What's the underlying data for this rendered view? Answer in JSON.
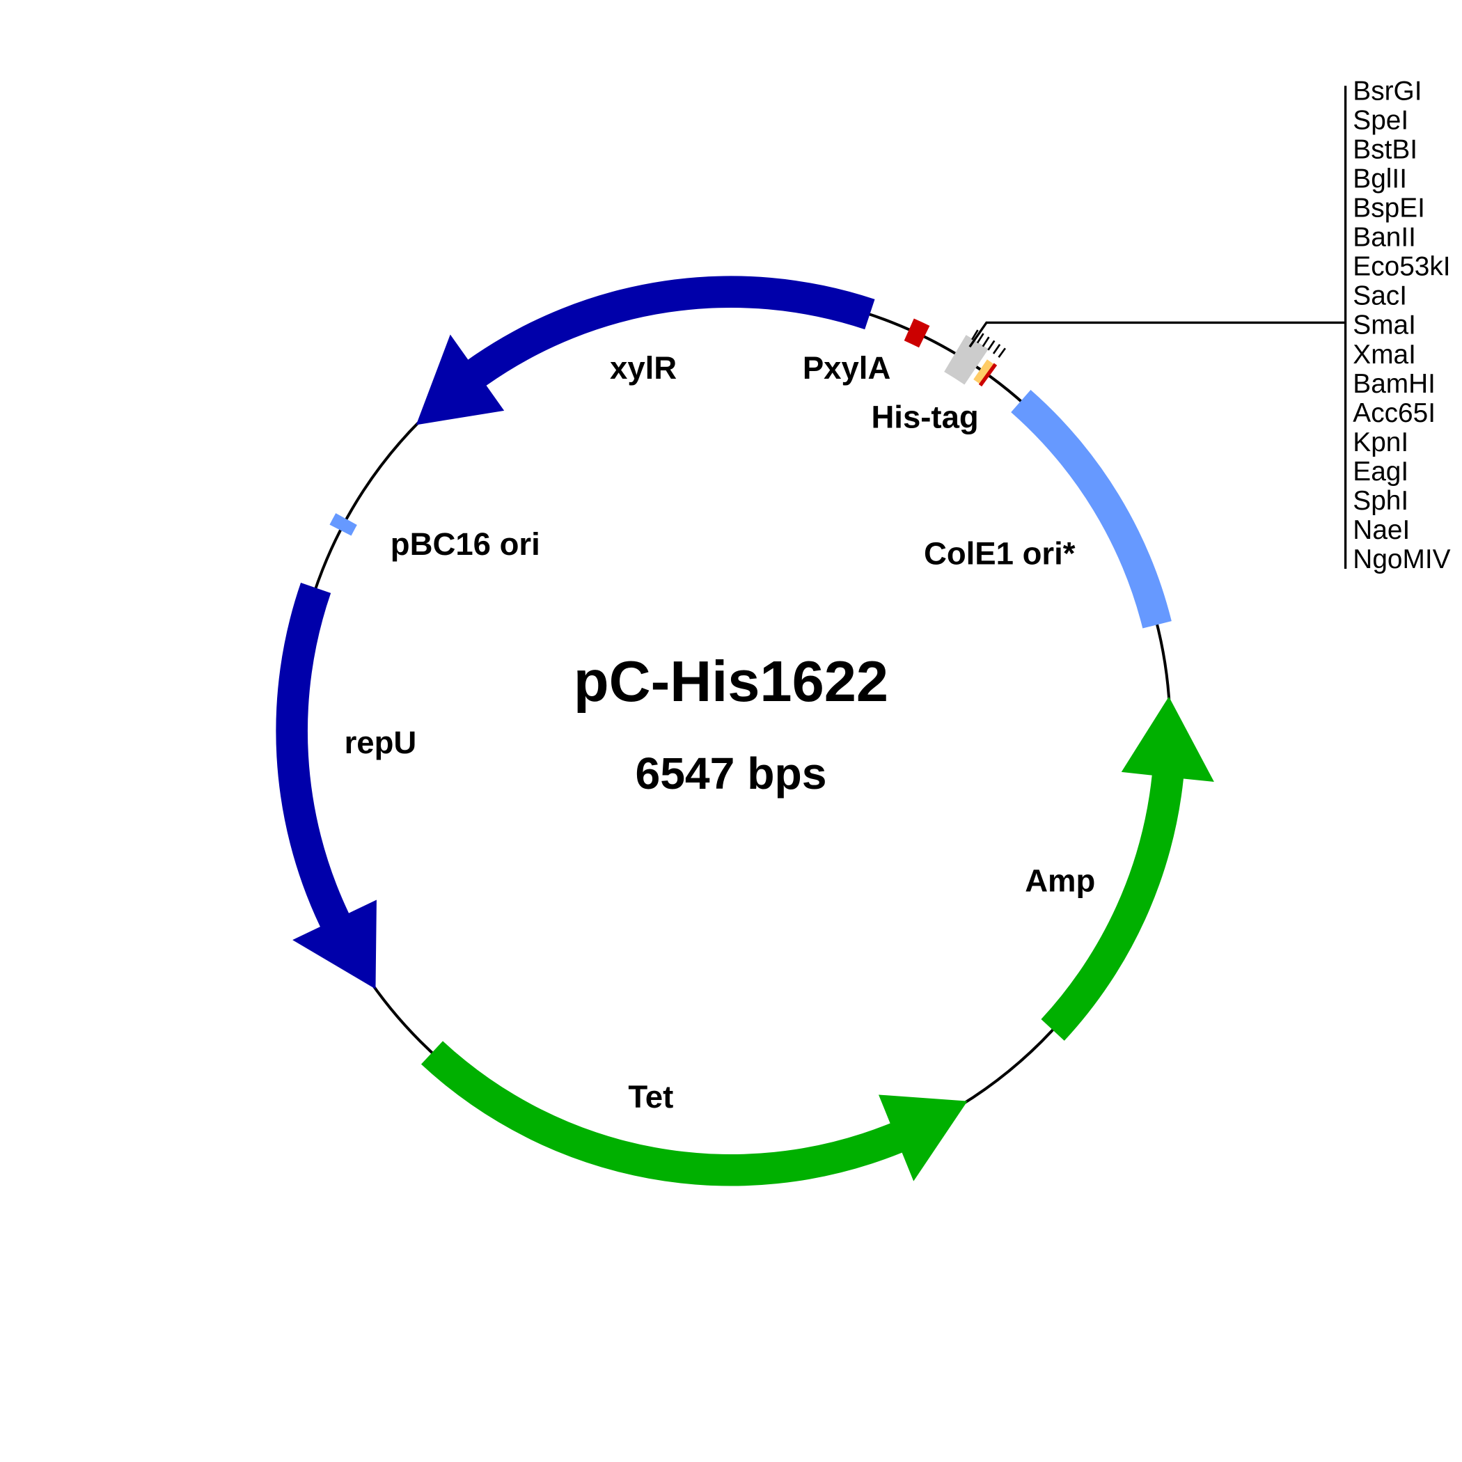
{
  "plasmid": {
    "name": "pC-His1622",
    "size_label": "6547 bps",
    "length_bp": 6547
  },
  "colors": {
    "dark_blue": "#0000AA",
    "light_blue": "#6699FF",
    "green": "#00B000",
    "red": "#CC0000",
    "grey": "#CCCCCC",
    "orange": "#FFCC66",
    "backbone": "#000000"
  },
  "features": [
    {
      "label": "xylR",
      "start": 5714,
      "end": 6882,
      "direction": "reverse",
      "type": "arrow",
      "color": "#0000AA"
    },
    {
      "label": "PxylA",
      "start": 435,
      "end": 475,
      "type": "box",
      "color": "#CC0000"
    },
    {
      "label": "",
      "start": 558,
      "end": 618,
      "type": "box",
      "color": "#CCCCCC"
    },
    {
      "label": "His-tag",
      "start": 629,
      "end": 651,
      "type": "box",
      "color": "#FFCC66"
    },
    {
      "label": "ColE1 ori*",
      "start": 751,
      "end": 1382,
      "type": "box",
      "color": "#6699FF"
    },
    {
      "label": "Amp",
      "start": 1555,
      "end": 2417,
      "direction": "reverse",
      "type": "arrow",
      "color": "#00B000"
    },
    {
      "label": "Tet",
      "start": 2681,
      "end": 4054,
      "direction": "reverse",
      "type": "arrow",
      "color": "#00B000"
    },
    {
      "label": "repU",
      "start": 4256,
      "end": 5256,
      "direction": "reverse",
      "type": "arrow",
      "color": "#0000AA"
    },
    {
      "label": "pBC16 ori",
      "start": 5405,
      "end": 5435,
      "type": "box",
      "color": "#6699FF"
    }
  ],
  "enzymes": [
    "BsrGI",
    "SpeI",
    "BstBI",
    "BglII",
    "BspEI",
    "BanII",
    "Eco53kI",
    "SacI",
    "SmaI",
    "XmaI",
    "BamHI",
    "Acc65I",
    "KpnI",
    "EagI",
    "SphI",
    "NaeI",
    "NgoMIV"
  ]
}
